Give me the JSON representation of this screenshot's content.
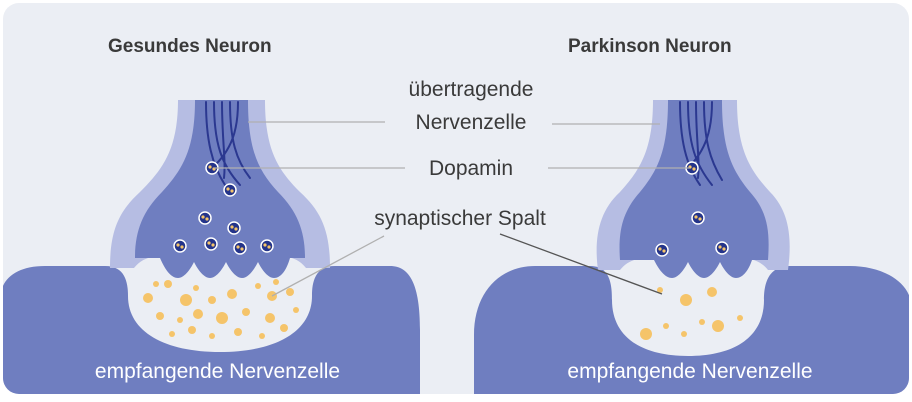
{
  "colors": {
    "background_panel": "#ebeef4",
    "neuron_dark": "#6f7ec0",
    "neuron_light": "#b6bde3",
    "cleft": "#ffffff",
    "dopamine": "#f5c46a",
    "label_text": "#3a3a3a",
    "leader_line": "#b0b0b0"
  },
  "neurons": {
    "left": {
      "title": "Gesundes Neuron",
      "receiving_label": "empfangende Nervenzelle"
    },
    "right": {
      "title": "Parkinson Neuron",
      "receiving_label": "empfangende Nervenzelle"
    }
  },
  "labels": {
    "transmitting_line1": "übertragende",
    "transmitting_line2": "Nervenzelle",
    "dopamine": "Dopamin",
    "synaptic_cleft": "synaptischer Spalt"
  }
}
